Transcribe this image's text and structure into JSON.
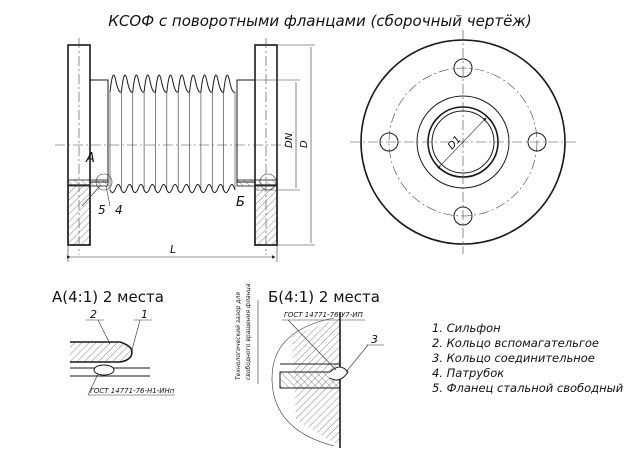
{
  "title": "КСОФ с поворотными фланцами (сборочный чертёж)",
  "dims": {
    "dn": "DN",
    "d": "D",
    "d1": "D1",
    "length": "L"
  },
  "detail_marks": {
    "a": "А",
    "b": "Б"
  },
  "balloons_main": [
    "5",
    "4"
  ],
  "detail_a": {
    "title": "А(4:1) 2 места",
    "balloons": [
      "2",
      "1"
    ],
    "weld_note": "ГОСТ 14771-76-Н1-ИНп"
  },
  "detail_b": {
    "title": "Б(4:1) 2 места",
    "balloon": "3",
    "weld_note": "ГОСТ 14771-76-У7-ИП",
    "vertical_note_1": "Технологический зазор для",
    "vertical_note_2": "свободного вращения фланца"
  },
  "parts_list": [
    "1. Сильфон",
    "2. Кольцо вспомагательгое",
    "3. Кольцо соединительное",
    "4. Патрубок",
    "5. Фланец стальной свободный"
  ]
}
